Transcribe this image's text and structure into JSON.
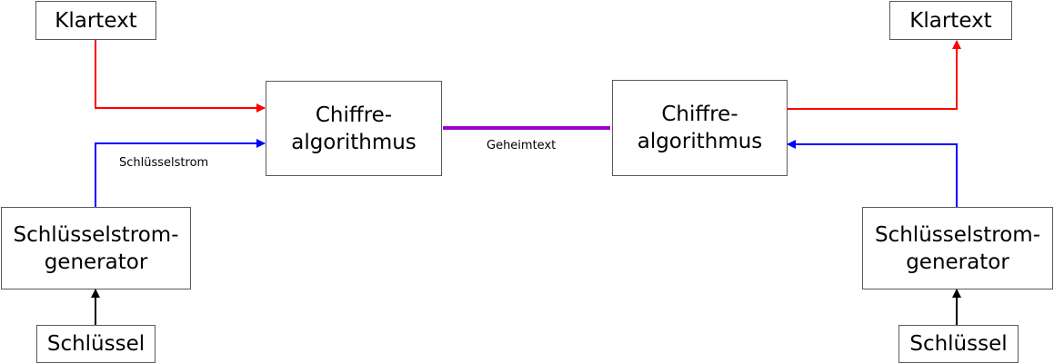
{
  "left": {
    "plaintext": "Klartext",
    "cipher": "Chiffre-\nalgorithmus",
    "generator": "Schlüsselstrom-\ngenerator",
    "key": "Schlüssel",
    "keystream_label": "Schlüsselstrom"
  },
  "right": {
    "plaintext": "Klartext",
    "cipher": "Chiffre-\nalgorithmus",
    "generator": "Schlüsselstrom-\ngenerator",
    "key": "Schlüssel"
  },
  "channel_label": "Geheimtext",
  "colors": {
    "plaintext_line": "#ff0000",
    "keystream_line": "#0000ff",
    "channel_line": "#9900cc",
    "key_line": "#000000"
  }
}
